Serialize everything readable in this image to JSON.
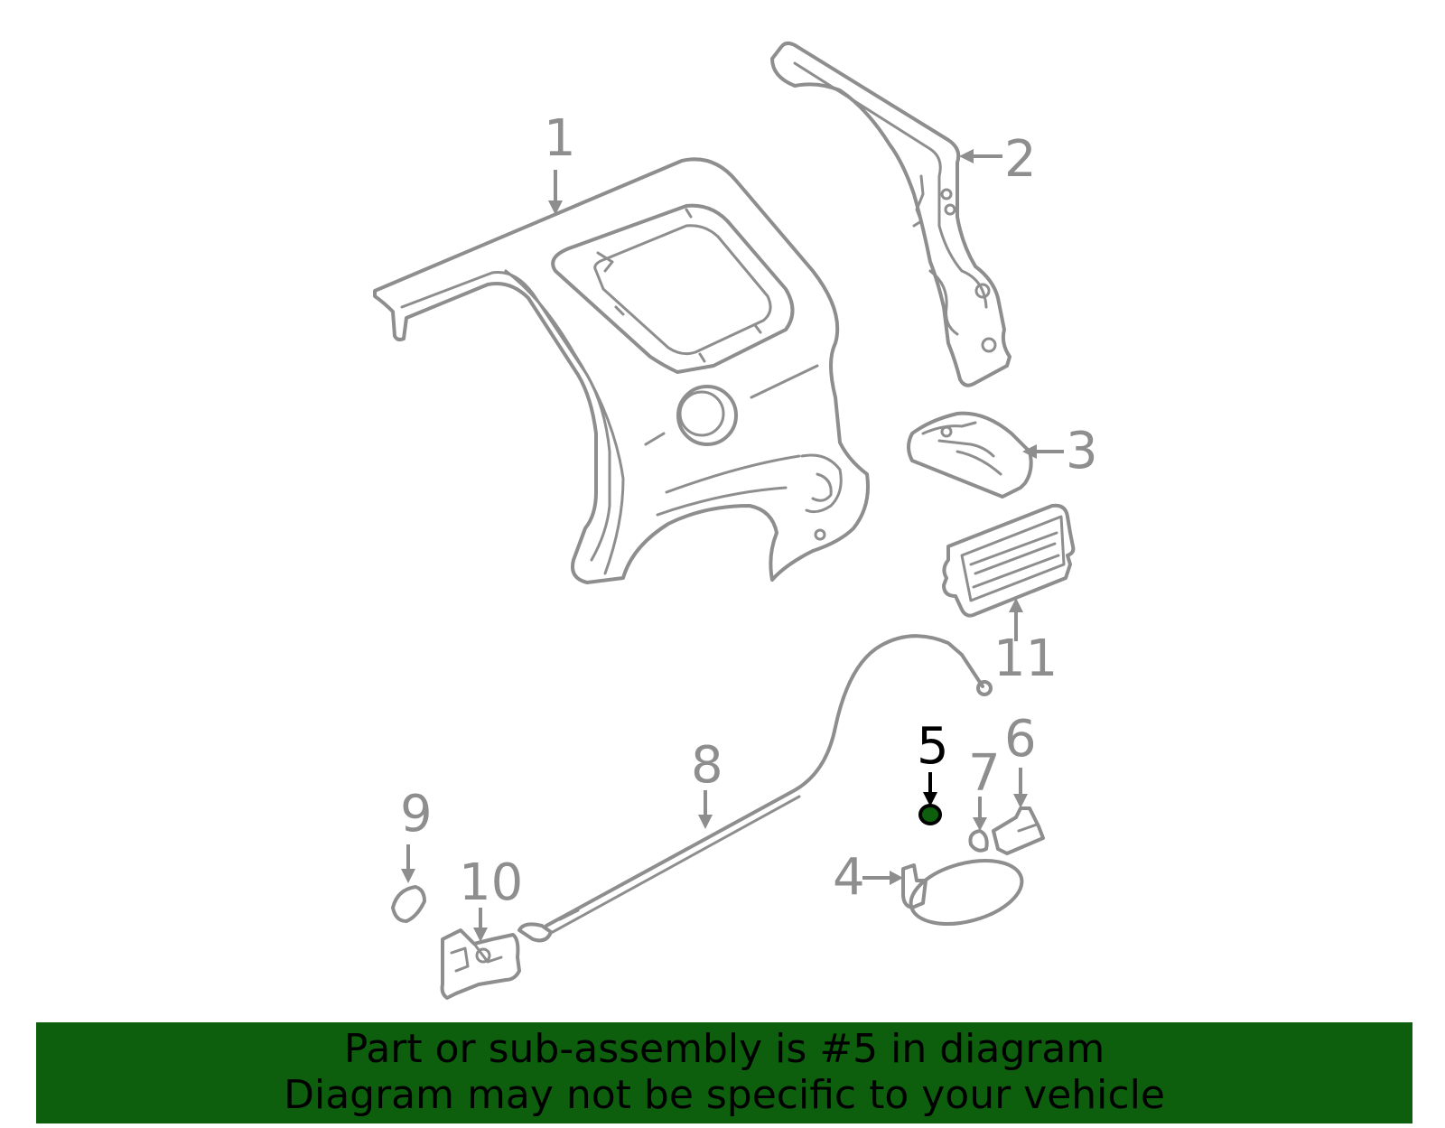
{
  "callouts": [
    {
      "id": "1",
      "label": "1",
      "active": false
    },
    {
      "id": "2",
      "label": "2",
      "active": false
    },
    {
      "id": "3",
      "label": "3",
      "active": false
    },
    {
      "id": "4",
      "label": "4",
      "active": false
    },
    {
      "id": "5",
      "label": "5",
      "active": true
    },
    {
      "id": "6",
      "label": "6",
      "active": false
    },
    {
      "id": "7",
      "label": "7",
      "active": false
    },
    {
      "id": "8",
      "label": "8",
      "active": false
    },
    {
      "id": "9",
      "label": "9",
      "active": false
    },
    {
      "id": "10",
      "label": "10",
      "active": false
    },
    {
      "id": "11",
      "label": "11",
      "active": false
    }
  ],
  "banner": {
    "line1": "Part or sub-assembly is #5 in diagram",
    "line2": "Diagram may not be specific to your vehicle"
  },
  "colors": {
    "line_art": "#8e8e8e",
    "highlight": "#000000",
    "highlight_part": "#0d5e0d",
    "banner_bg": "#0d5e0d",
    "banner_text": "#000000"
  }
}
